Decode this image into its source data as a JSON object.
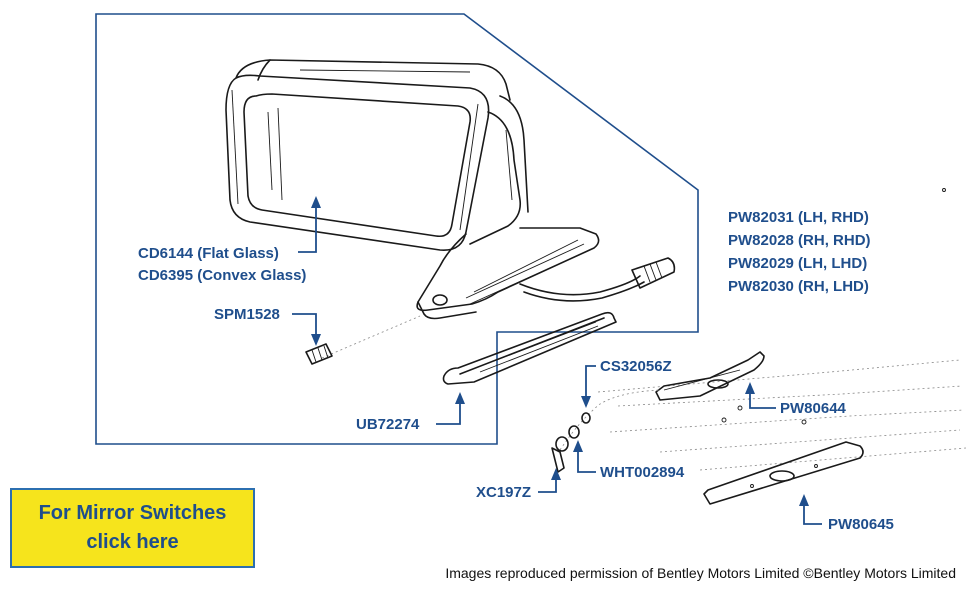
{
  "labels": {
    "cd6144": "CD6144 (Flat Glass)",
    "cd6395": "CD6395 (Convex Glass)",
    "pw82031": "PW82031 (LH, RHD)",
    "pw82028": "PW82028 (RH, RHD)",
    "pw82029": "PW82029 (LH, LHD)",
    "pw82030": "PW82030 (RH, LHD)",
    "spm1528": "SPM1528",
    "cs32056z": "CS32056Z",
    "pw80644": "PW80644",
    "ub72274": "UB72274",
    "wht002894": "WHT002894",
    "xc197z": "XC197Z",
    "pw80645": "PW80645"
  },
  "switch_button": {
    "line1": "For Mirror Switches",
    "line2": "click here"
  },
  "credit": "Images reproduced permission of Bentley Motors Limited ©Bentley Motors Limited",
  "colors": {
    "label_blue": "#1f4e8c",
    "button_yellow": "#f6e41c",
    "button_border": "#2c6fb0"
  }
}
